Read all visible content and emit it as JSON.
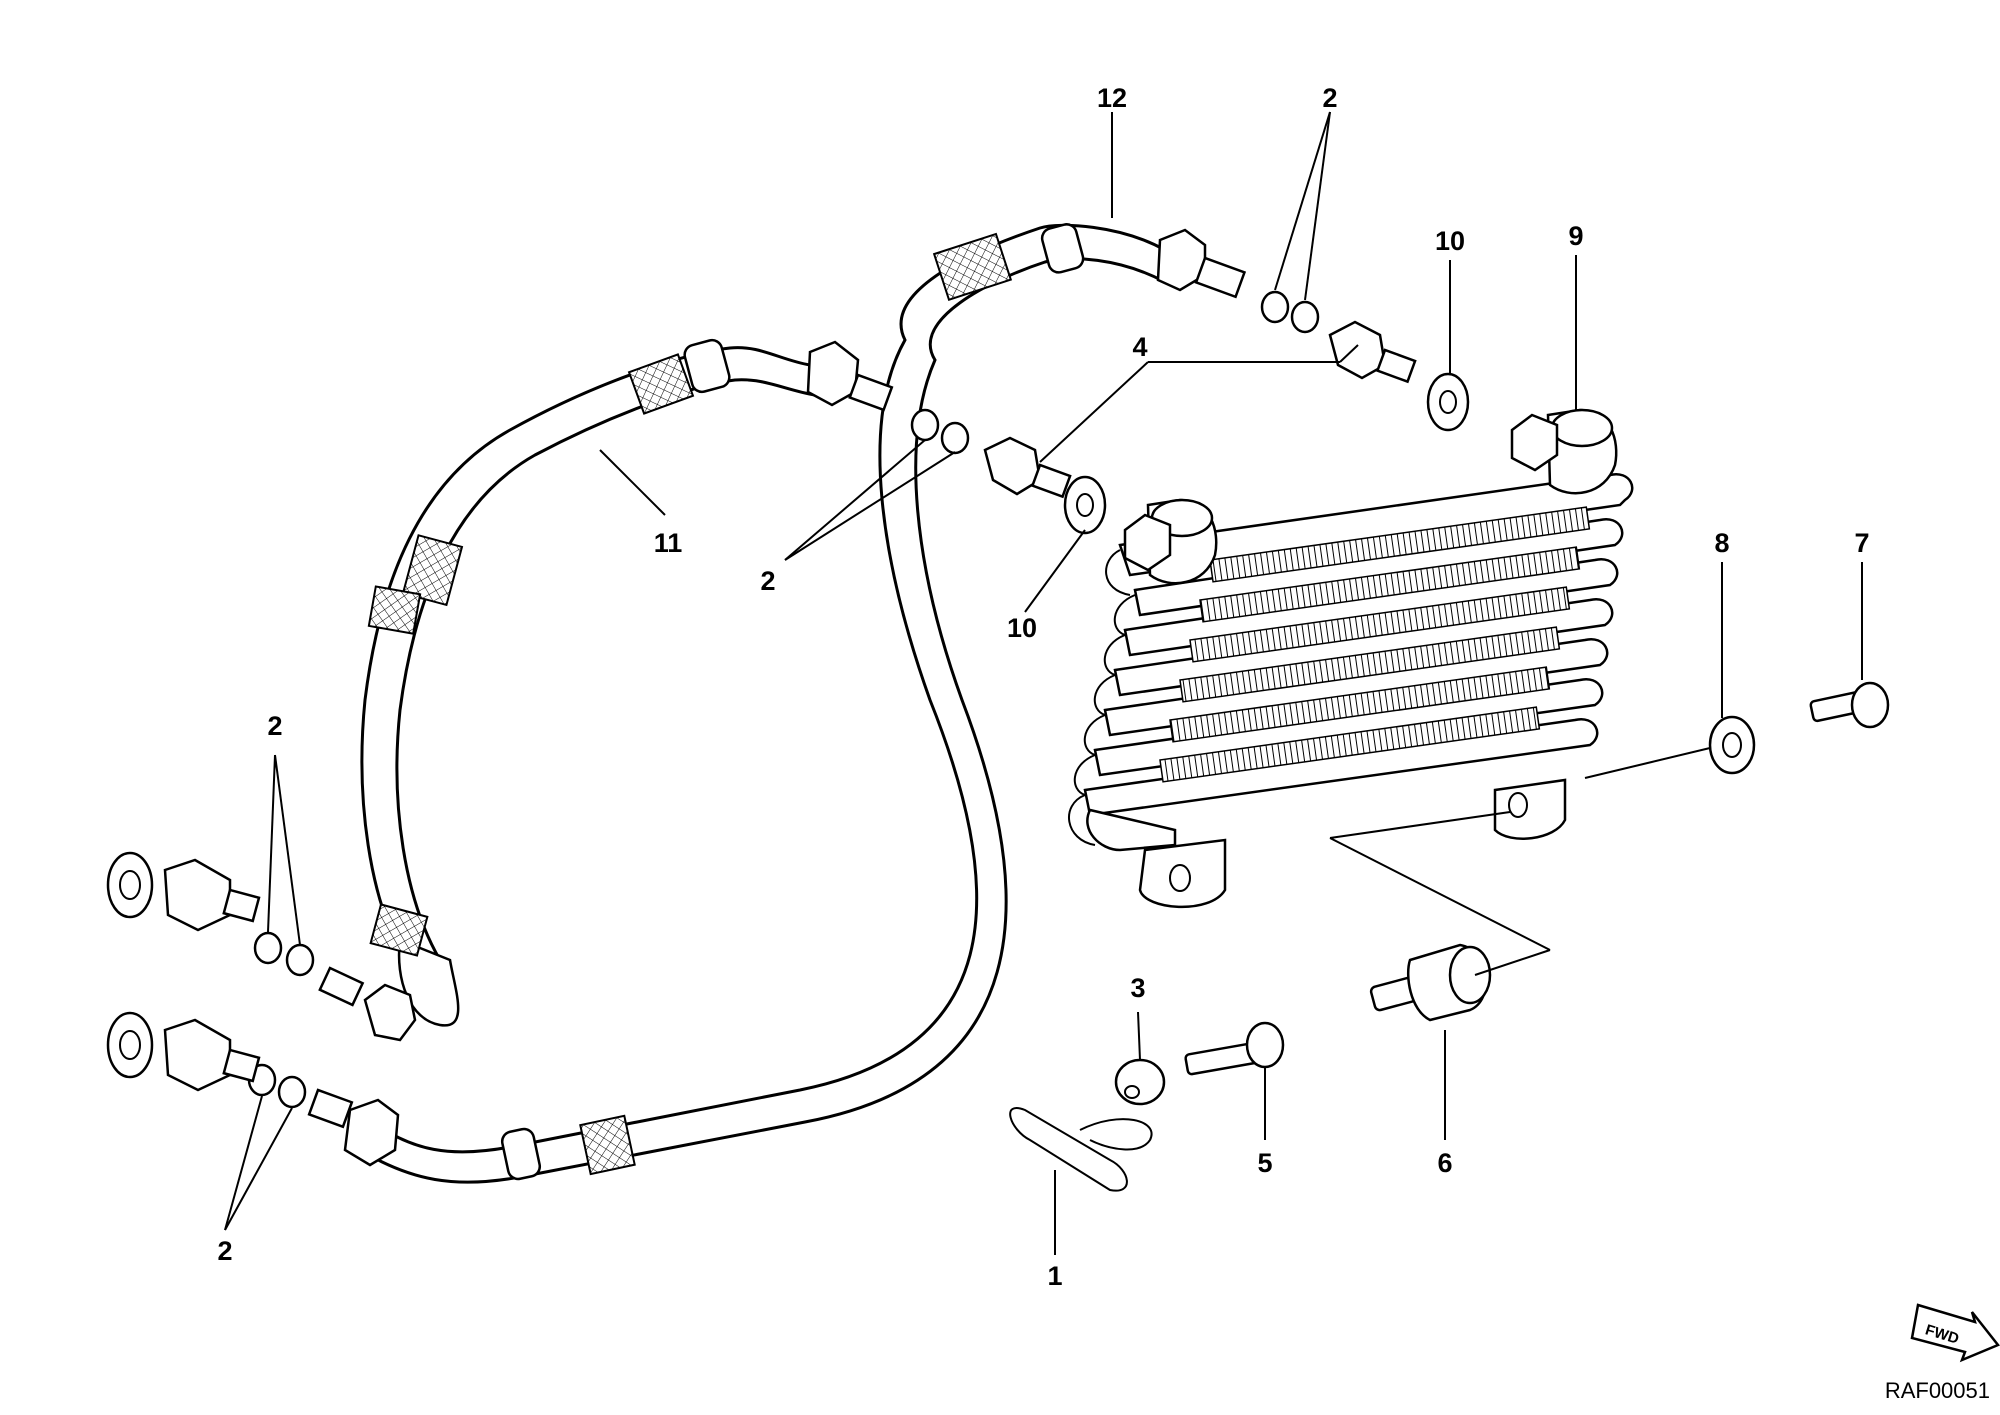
{
  "diagram_code": "RAF00051",
  "direction_badge": "FWD",
  "callouts": {
    "c1": "1",
    "c2a": "2",
    "c2b": "2",
    "c2c": "2",
    "c2d": "2",
    "c3": "3",
    "c4": "4",
    "c5": "5",
    "c6": "6",
    "c7": "7",
    "c8": "8",
    "c9": "9",
    "c10a": "10",
    "c10b": "10",
    "c11": "11",
    "c12": "12"
  }
}
